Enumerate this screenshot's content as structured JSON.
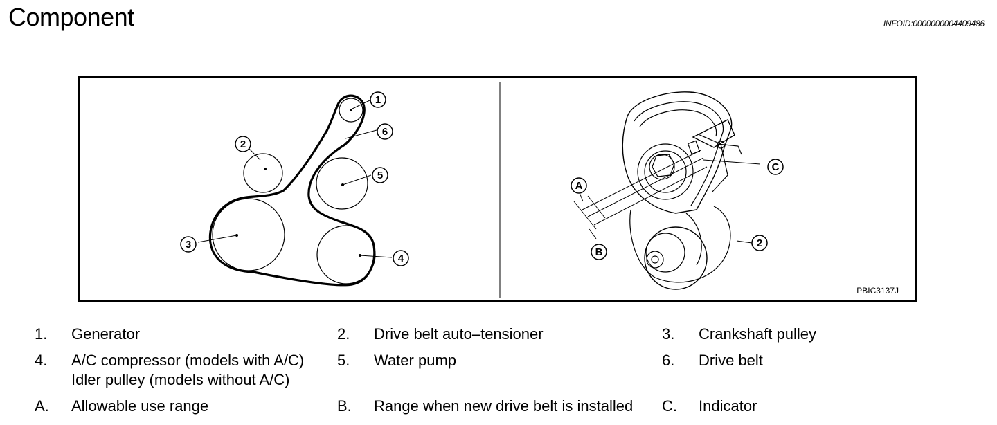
{
  "header": {
    "title": "Component",
    "info_id": "INFOID:0000000004409486"
  },
  "figure": {
    "code": "PBIC3137J",
    "callouts": {
      "c1": "1",
      "c2": "2",
      "c3": "3",
      "c4": "4",
      "c5": "5",
      "c6": "6",
      "tensioner_c2": "2",
      "cA": "A",
      "cB": "B",
      "cC": "C"
    }
  },
  "legend": [
    {
      "key": "1.",
      "text": "Generator"
    },
    {
      "key": "2.",
      "text": "Drive belt auto–tensioner"
    },
    {
      "key": "3.",
      "text": "Crankshaft pulley"
    },
    {
      "key": "4.",
      "text": "A/C compressor (models with A/C)",
      "text2": "Idler pulley (models without A/C)"
    },
    {
      "key": "5.",
      "text": "Water pump"
    },
    {
      "key": "6.",
      "text": "Drive belt"
    },
    {
      "key": "A.",
      "text": "Allowable use range"
    },
    {
      "key": "B.",
      "text": "Range when new drive belt is installed"
    },
    {
      "key": "C.",
      "text": "Indicator"
    }
  ]
}
